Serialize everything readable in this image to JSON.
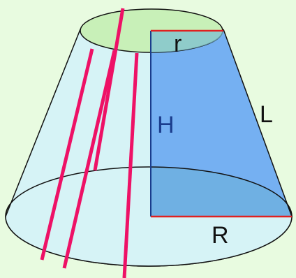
{
  "labels": {
    "top_radius": "r",
    "height": "H",
    "slant": "L",
    "bottom_radius": "R"
  },
  "colors": {
    "background": "#e8fbe0",
    "ellipse_fill": "#c8f0b8",
    "side_fill": "#d6f3f6",
    "section_fill": "#6aa8f2",
    "generatrix": "#ee1166",
    "radius_line": "#e02020",
    "height_line": "#1a3c8c",
    "outline": "#111111",
    "label": "#111111"
  }
}
